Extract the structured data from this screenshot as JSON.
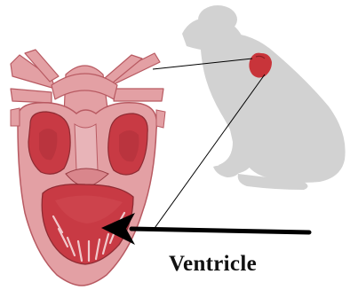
{
  "labels": {
    "ventricle": "Ventricle"
  },
  "colors": {
    "frog_silhouette": "#d2d2d2",
    "frog_heart": "#c8343a",
    "heart_wall": "#e3a0a4",
    "heart_wall_outline": "#b85a62",
    "heart_chamber": "#c83a44",
    "heart_chamber_light": "#e8b4b8",
    "arrow": "#000000",
    "connector_lines": "#000000"
  },
  "icons": {
    "frog": "frog-silhouette",
    "heart": "amphibian-heart-cross-section",
    "pointer": "arrow-left"
  }
}
